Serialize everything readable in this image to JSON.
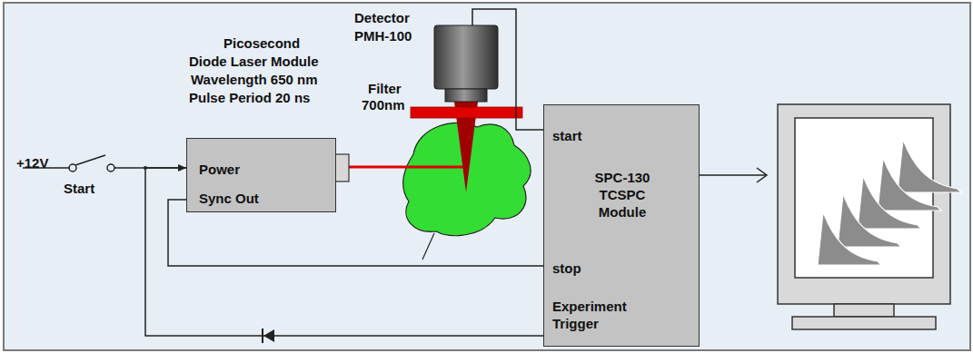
{
  "diagram": {
    "nodes": [
      {
        "text": [
          "Power",
          "Sync Out"
        ]
      },
      {
        "text": [
          "start",
          "SPC-130 TCSPC Module",
          "stop",
          "Experiment Trigger"
        ]
      }
    ],
    "edges": [
      {
        "from": 0,
        "to": 1,
        "arrow": "none"
      },
      {
        "from": 1,
        "to": 0,
        "arrow": "to"
      }
    ],
    "labels": [
      "Picosecond",
      "Diode Laser Module",
      "Wavelength 650 nm",
      "Pulse Period 20 ns",
      "Detector",
      "PMH-100",
      "Filter",
      "700nm",
      "+12V",
      "Start"
    ]
  }
}
